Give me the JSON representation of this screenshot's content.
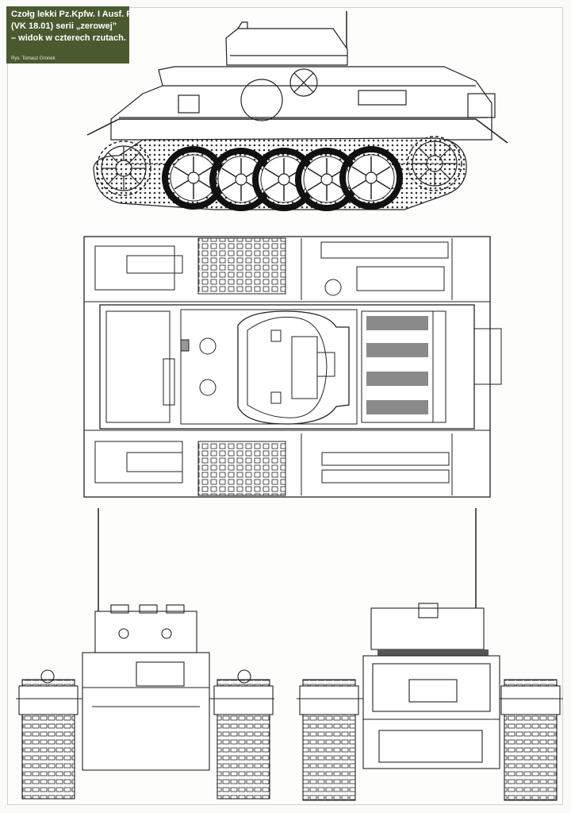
{
  "caption": {
    "title_lines": [
      "Czołg lekki Pz.Kpfw. I Ausf. F",
      "(VK 18.01) serii „zerowej”",
      "– widok w czterech rzutach."
    ],
    "credit": "Rys. Tomasz Gronek"
  },
  "views": [
    "side-view",
    "top-view",
    "front-view",
    "rear-view"
  ],
  "colors": {
    "caption_bg": "#4a5a2f",
    "line": "#222222",
    "paper": "#fdfdfb",
    "grey_panel": "#8a8a8a"
  }
}
